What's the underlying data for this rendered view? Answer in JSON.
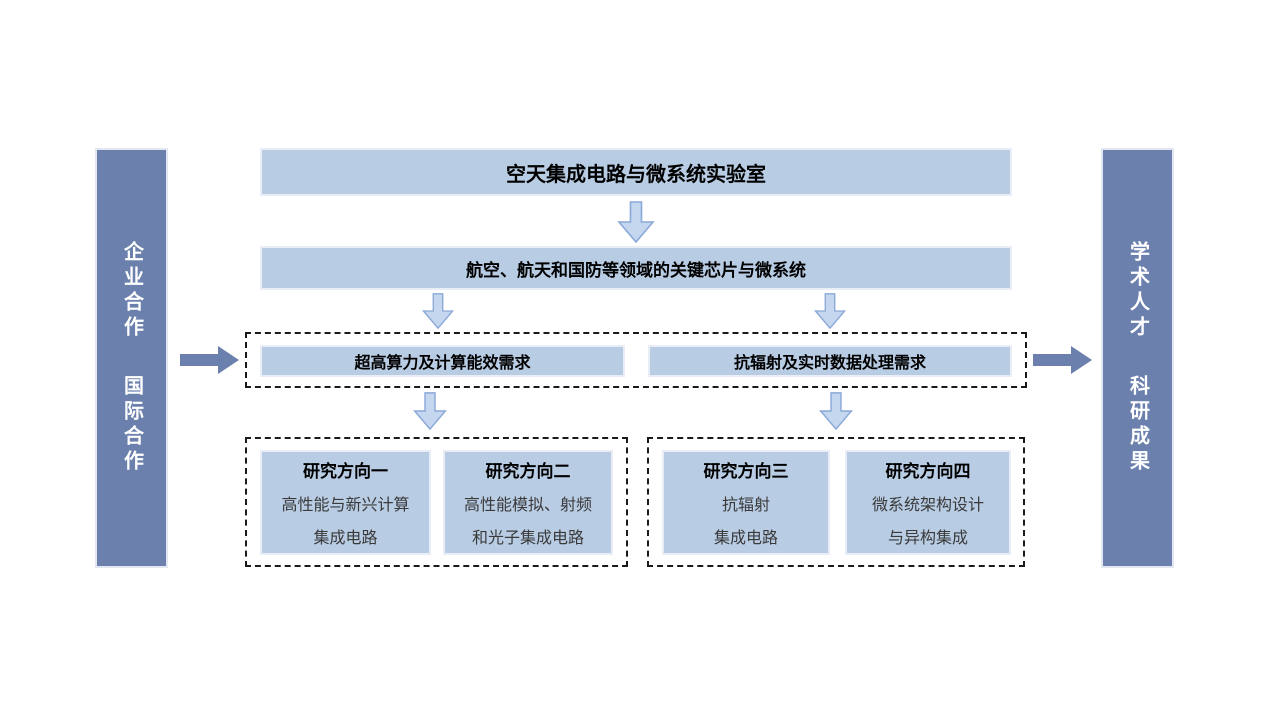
{
  "colors": {
    "box_fill": "#b8cce4",
    "box_border": "#e9eef6",
    "bar_fill": "#6b80ad",
    "bar_text": "#ffffff",
    "down_arrow_fill": "#c5d7ee",
    "down_arrow_stroke": "#8aa8d8",
    "solid_arrow_fill": "#6b80ad",
    "frame_border": "#1a1a1a",
    "title_text": "#000000",
    "body_text": "#3a3a3a"
  },
  "left_bar": {
    "top_label": "企业合作",
    "bottom_label": "国际合作"
  },
  "right_bar": {
    "top_label": "学术人才",
    "bottom_label": "科研成果"
  },
  "top_box": {
    "label": "空天集成电路与微系统实验室"
  },
  "domain_box": {
    "label": "航空、航天和国防等领域的关键芯片与微系统"
  },
  "needs": [
    {
      "label": "超高算力及计算能效需求"
    },
    {
      "label": "抗辐射及实时数据处理需求"
    }
  ],
  "directions": [
    {
      "title": "研究方向一",
      "line1": "高性能与新兴计算",
      "line2": "集成电路"
    },
    {
      "title": "研究方向二",
      "line1": "高性能模拟、射频",
      "line2": "和光子集成电路"
    },
    {
      "title": "研究方向三",
      "line1": "抗辐射",
      "line2": "集成电路"
    },
    {
      "title": "研究方向四",
      "line1": "微系统架构设计",
      "line2": "与异构集成"
    }
  ],
  "icons": {
    "down_arrow": "block-arrow-down",
    "right_arrow": "block-arrow-right"
  }
}
